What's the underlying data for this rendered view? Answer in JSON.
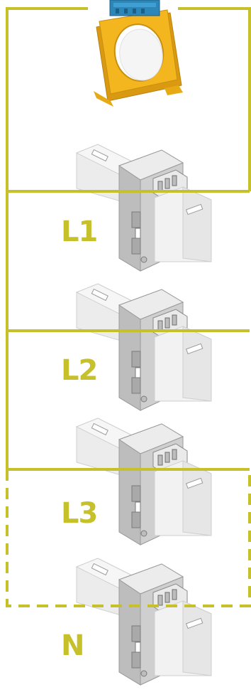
{
  "colors": {
    "wire": "#c6c12a",
    "label": "#c6c12a",
    "sensor_body": "#f3b61f",
    "sensor_shade": "#d99a12",
    "terminal_block": "#2c86b8",
    "transformer_light": "#f1f1f1",
    "transformer_mid": "#dcdcdc",
    "transformer_dark": "#a9a9a9",
    "busbar": "#e9e9e9"
  },
  "icons": [
    "ring-current-sensor-icon",
    "busbar-current-transformer-icon"
  ],
  "diagram": {
    "phases": [
      {
        "label": "L1",
        "conductor": "solid"
      },
      {
        "label": "L2",
        "conductor": "solid"
      },
      {
        "label": "L3",
        "conductor": "solid"
      },
      {
        "label": "N",
        "conductor": "dashed"
      }
    ]
  }
}
